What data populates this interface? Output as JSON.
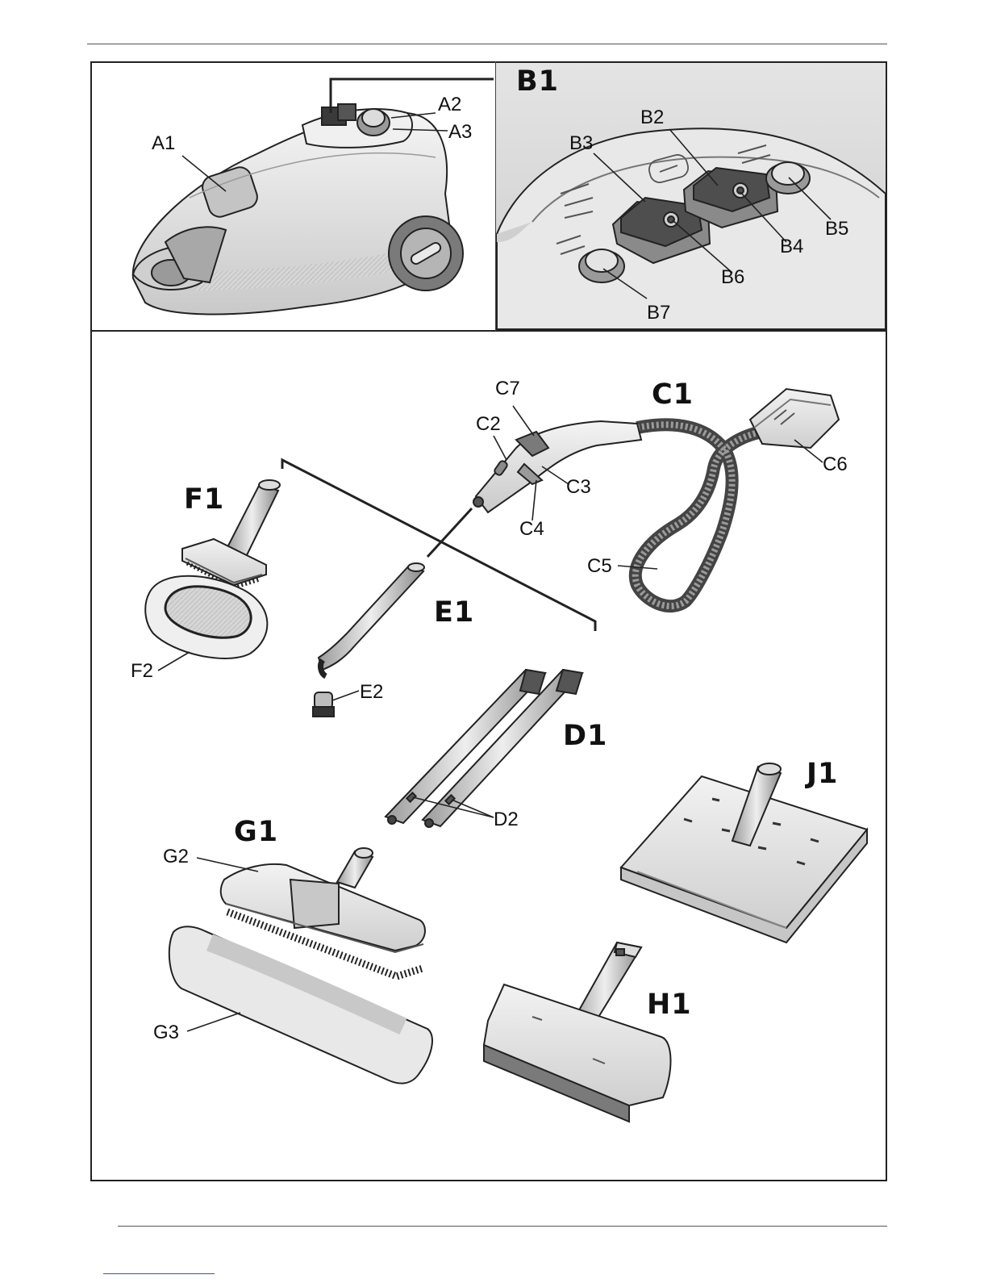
{
  "figure": {
    "group_labels": {
      "b1": "B1",
      "c1": "C1",
      "f1": "F1",
      "e1": "E1",
      "d1": "D1",
      "j1": "J1",
      "g1": "G1",
      "h1": "H1"
    },
    "part_labels": {
      "a1": "A1",
      "a2": "A2",
      "a3": "A3",
      "b2": "B2",
      "b3": "B3",
      "b4": "B4",
      "b5": "B5",
      "b6": "B6",
      "b7": "B7",
      "c2": "C2",
      "c3": "C3",
      "c4": "C4",
      "c5": "C5",
      "c6": "C6",
      "c7": "C7",
      "f2": "F2",
      "e2": "E2",
      "d2": "D2",
      "g2": "G2",
      "g3": "G3"
    },
    "colors": {
      "line": "#222222",
      "part_fill": "#e6e6e6",
      "shade": "#b8b8b8",
      "dark": "#6a6a6a"
    }
  }
}
